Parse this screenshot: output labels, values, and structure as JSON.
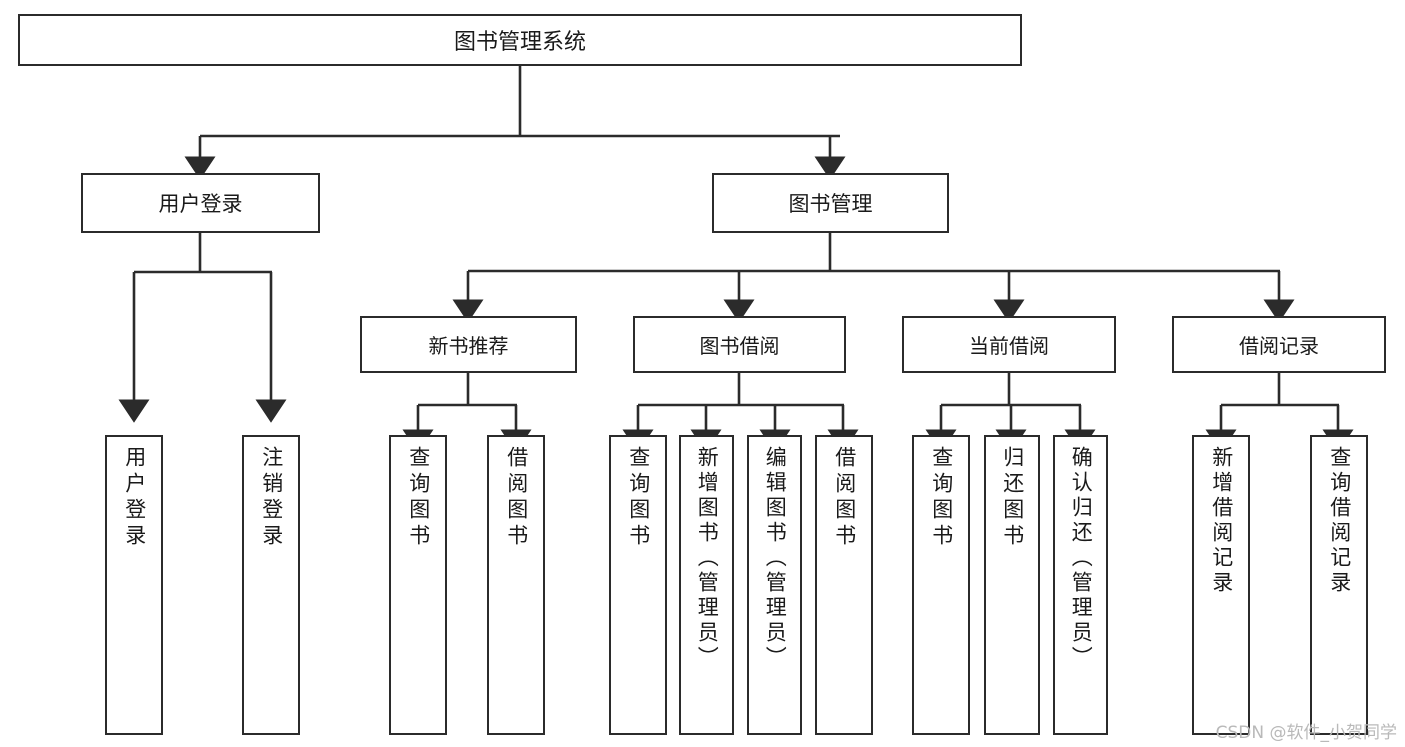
{
  "diagram": {
    "title": "图书管理系统",
    "type": "tree",
    "orientation": "top-down",
    "colors": {
      "background": "#ffffff",
      "box_fill": "#ffffff",
      "box_border": "#2b2b2b",
      "edge": "#2b2b2b",
      "text": "#1a1a1a",
      "watermark": "#b9b9b9"
    }
  },
  "nodes": {
    "root": {
      "id": "root",
      "label": "图书管理系统",
      "level": 0
    },
    "level1": [
      {
        "id": "user-login",
        "label": "用户登录",
        "level": 1
      },
      {
        "id": "book-manage",
        "label": "图书管理",
        "level": 1
      }
    ],
    "level2": [
      {
        "id": "new-book-recommend",
        "label": "新书推荐",
        "level": 2,
        "parent": "book-manage"
      },
      {
        "id": "book-borrow",
        "label": "图书借阅",
        "level": 2,
        "parent": "book-manage"
      },
      {
        "id": "current-borrow",
        "label": "当前借阅",
        "level": 2,
        "parent": "book-manage"
      },
      {
        "id": "borrow-record",
        "label": "借阅记录",
        "level": 2,
        "parent": "book-manage"
      }
    ],
    "leaves": [
      {
        "id": "leaf-user-login",
        "label": "用户登录",
        "parent": "user-login"
      },
      {
        "id": "leaf-user-logout",
        "label": "注销登录",
        "parent": "user-login"
      },
      {
        "id": "leaf-query-book-1",
        "label": "查询图书",
        "parent": "new-book-recommend"
      },
      {
        "id": "leaf-borrow-book-1",
        "label": "借阅图书",
        "parent": "new-book-recommend"
      },
      {
        "id": "leaf-query-book-2",
        "label": "查询图书",
        "parent": "book-borrow"
      },
      {
        "id": "leaf-add-book",
        "label": "新增图书（管理员）",
        "parent": "book-borrow"
      },
      {
        "id": "leaf-edit-book",
        "label": "编辑图书（管理员）",
        "parent": "book-borrow"
      },
      {
        "id": "leaf-borrow-book-2",
        "label": "借阅图书",
        "parent": "book-borrow"
      },
      {
        "id": "leaf-query-book-3",
        "label": "查询图书",
        "parent": "current-borrow"
      },
      {
        "id": "leaf-return-book",
        "label": "归还图书",
        "parent": "current-borrow"
      },
      {
        "id": "leaf-confirm-return",
        "label": "确认归还（管理员）",
        "parent": "current-borrow"
      },
      {
        "id": "leaf-add-record",
        "label": "新增借阅记录",
        "parent": "borrow-record"
      },
      {
        "id": "leaf-query-record",
        "label": "查询借阅记录",
        "parent": "borrow-record"
      }
    ]
  },
  "watermark": {
    "text": "CSDN @软件_小贺同学"
  }
}
